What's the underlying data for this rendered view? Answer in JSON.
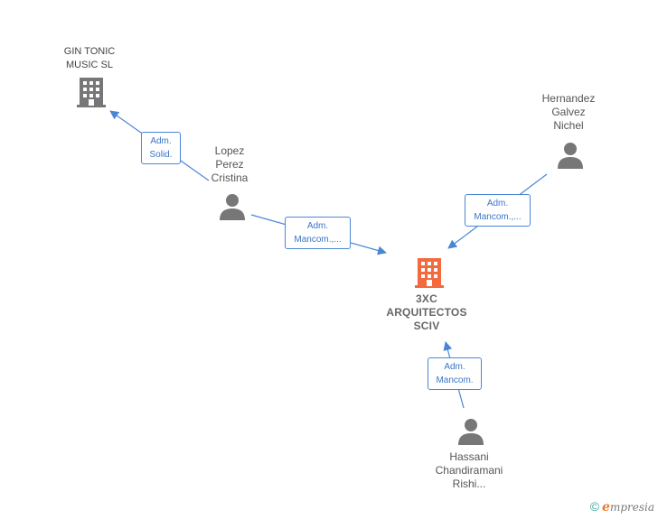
{
  "nodes": {
    "gin_tonic": {
      "label": "GIN TONIC\nMUSIC  SL",
      "kind": "company"
    },
    "lopez": {
      "label": "Lopez\nPerez\nCristina",
      "kind": "person"
    },
    "hernandez": {
      "label": "Hernandez\nGalvez\nNichel",
      "kind": "person"
    },
    "main": {
      "label": "3XC\nARQUITECTOS\nSCIV",
      "kind": "company-main"
    },
    "hassani": {
      "label": "Hassani\nChandiramani\nRishi...",
      "kind": "person"
    }
  },
  "edges": {
    "lopez_gin": {
      "label": "Adm.\nSolid."
    },
    "lopez_main": {
      "label": "Adm.\nMancom.,..."
    },
    "hernandez_main": {
      "label": "Adm.\nMancom.,..."
    },
    "hassani_main": {
      "label": "Adm.\nMancom."
    }
  },
  "colors": {
    "edge": "#4a86d6",
    "person_icon": "#777777",
    "company_icon": "#777777",
    "main_company_icon": "#f26a3d"
  },
  "brand": {
    "copyright": "©",
    "initial": "e",
    "rest": "mpresia"
  }
}
